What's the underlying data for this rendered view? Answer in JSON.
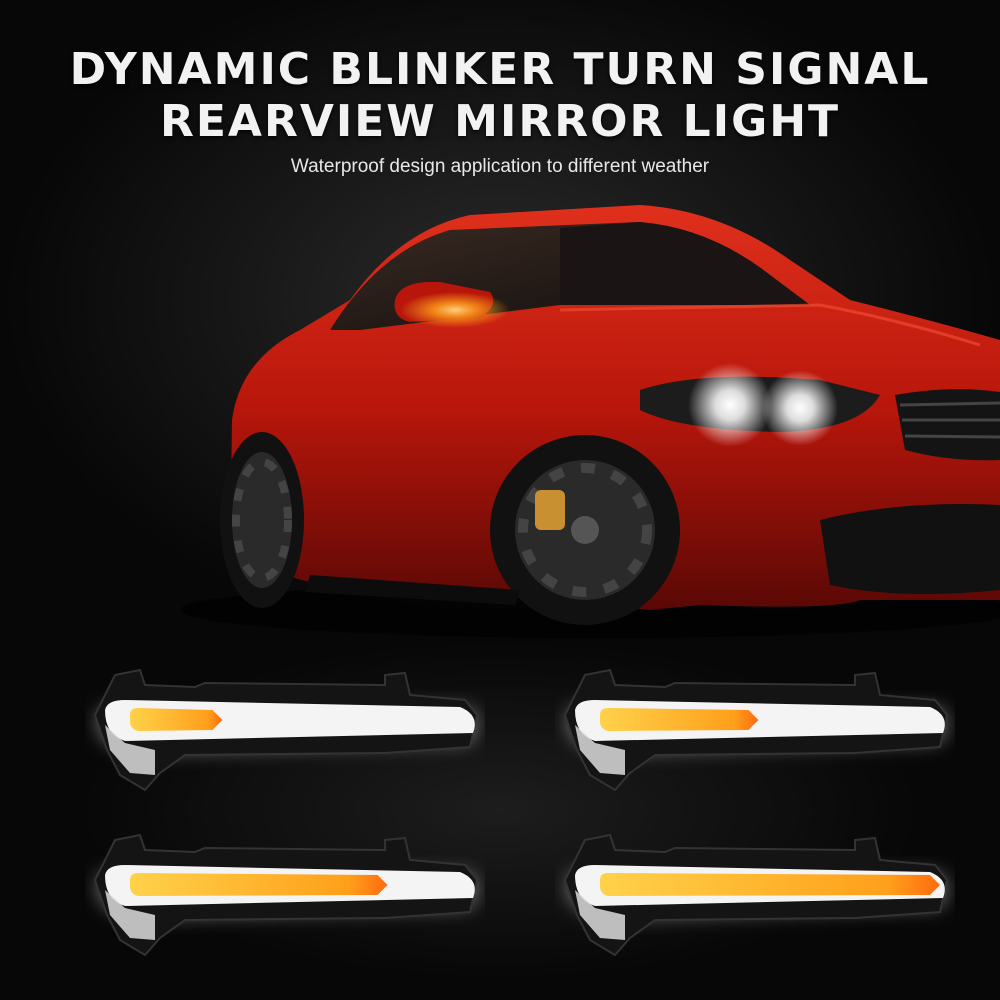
{
  "headline": {
    "line1": "DYNAMIC BLINKER TURN SIGNAL",
    "line2": "REARVIEW MIRROR LIGHT"
  },
  "subtitle": "Waterproof design application to different weather",
  "colors": {
    "car_body": "#c0180c",
    "amber": "#ff9f1a",
    "led_white": "#ffffff",
    "background": "#0a0a0a"
  },
  "product_images": {
    "car": "red-coupe-with-amber-mirror-signal",
    "lights": [
      {
        "name": "mirror-light-stage-1",
        "fill_fraction": 0.25
      },
      {
        "name": "mirror-light-stage-2",
        "fill_fraction": 0.45
      },
      {
        "name": "mirror-light-stage-3",
        "fill_fraction": 0.75
      },
      {
        "name": "mirror-light-stage-4",
        "fill_fraction": 1.0
      }
    ]
  }
}
